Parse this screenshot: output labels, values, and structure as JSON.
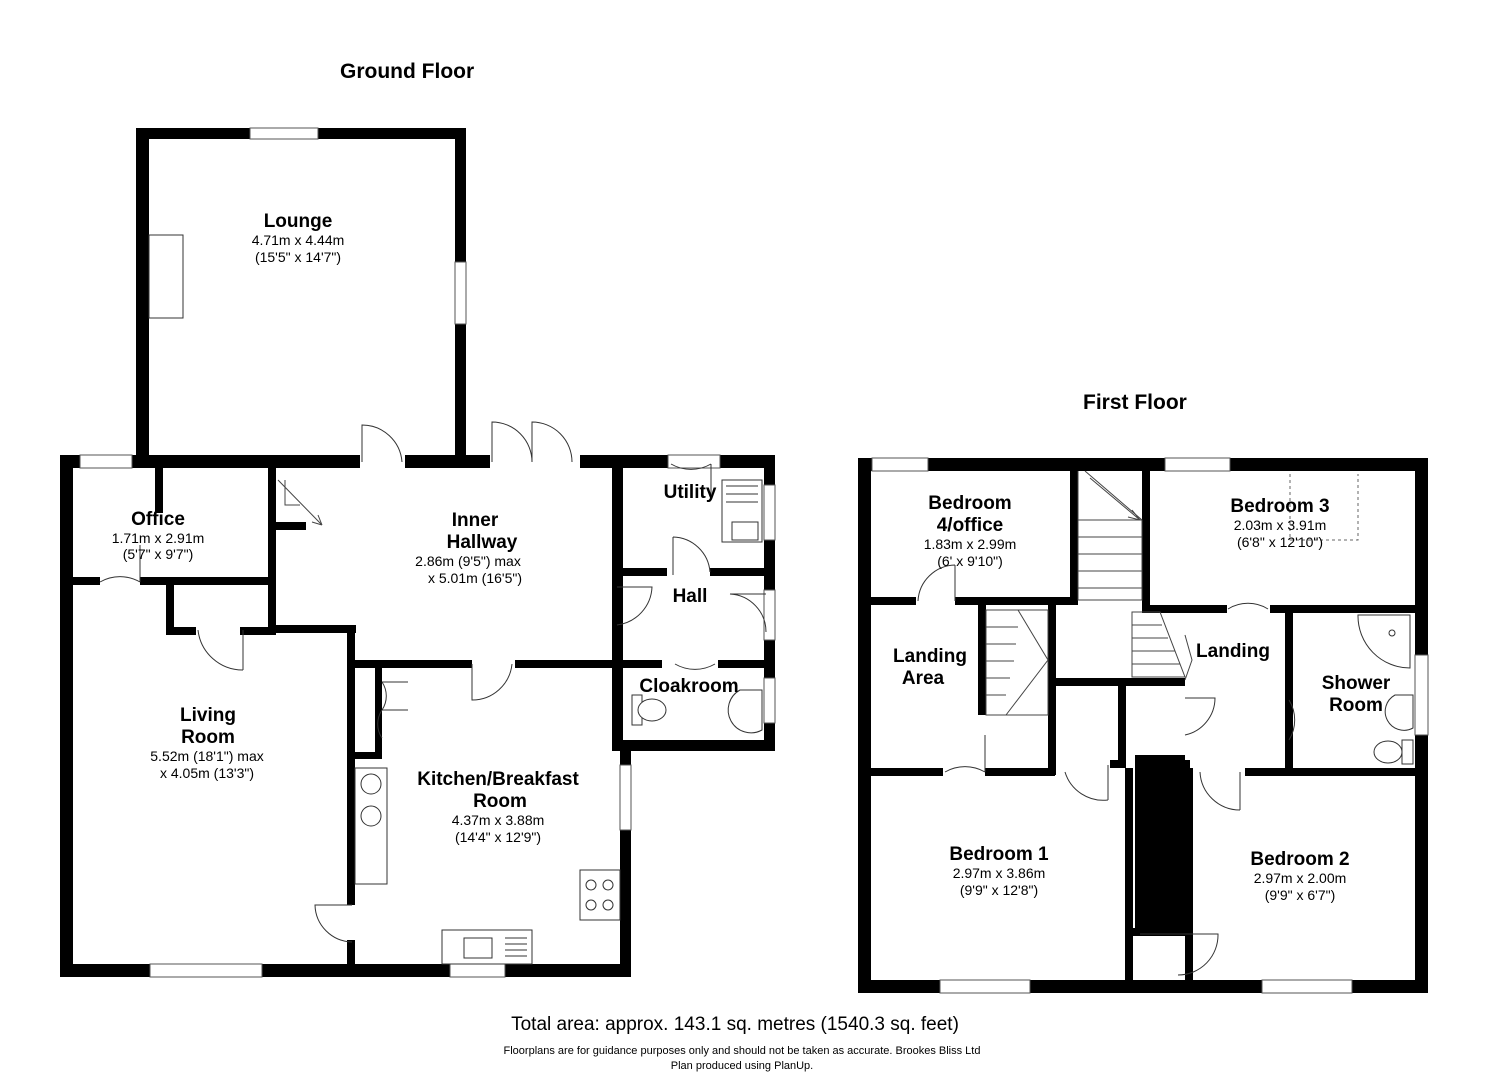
{
  "floors": {
    "ground": {
      "title": "Ground Floor",
      "rooms": {
        "lounge": {
          "name": [
            "Lounge"
          ],
          "dims": [
            "4.71m x 4.44m",
            "(15'5\" x 14'7\")"
          ]
        },
        "office": {
          "name": [
            "Office"
          ],
          "dims": [
            "1.71m x 2.91m",
            "(5'7\" x 9'7\")"
          ]
        },
        "inner_hallway": {
          "name": [
            "Inner",
            "Hallway"
          ],
          "dims": [
            "2.86m (9'5\") max",
            "x 5.01m (16'5\")"
          ]
        },
        "utility": {
          "name": [
            "Utility"
          ],
          "dims": []
        },
        "hall": {
          "name": [
            "Hall"
          ],
          "dims": []
        },
        "cloakroom": {
          "name": [
            "Cloakroom"
          ],
          "dims": []
        },
        "living_room": {
          "name": [
            "Living",
            "Room"
          ],
          "dims": [
            "5.52m (18'1\") max",
            "x 4.05m (13'3\")"
          ]
        },
        "kitchen": {
          "name": [
            "Kitchen/Breakfast",
            "Room"
          ],
          "dims": [
            "4.37m x 3.88m",
            "(14'4\" x 12'9\")"
          ]
        }
      }
    },
    "first": {
      "title": "First Floor",
      "rooms": {
        "bedroom4": {
          "name": [
            "Bedroom",
            "4/office"
          ],
          "dims": [
            "1.83m x 2.99m",
            "(6' x 9'10\")"
          ]
        },
        "bedroom3": {
          "name": [
            "Bedroom 3"
          ],
          "dims": [
            "2.03m x 3.91m",
            "(6'8\" x 12'10\")"
          ]
        },
        "landing_area": {
          "name": [
            "Landing",
            "Area"
          ],
          "dims": []
        },
        "landing": {
          "name": [
            "Landing"
          ],
          "dims": []
        },
        "shower_room": {
          "name": [
            "Shower",
            "Room"
          ],
          "dims": []
        },
        "bedroom1": {
          "name": [
            "Bedroom 1"
          ],
          "dims": [
            "2.97m x 3.86m",
            "(9'9\" x 12'8\")"
          ]
        },
        "bedroom2": {
          "name": [
            "Bedroom 2"
          ],
          "dims": [
            "2.97m x 2.00m",
            "(9'9\" x 6'7\")"
          ]
        }
      }
    }
  },
  "footer": {
    "total": "Total area: approx. 143.1 sq. metres (1540.3 sq. feet)",
    "disclaimer": "Floorplans are for guidance purposes only and should not be taken as accurate. Brookes Bliss Ltd",
    "credit": "Plan produced using PlanUp."
  }
}
